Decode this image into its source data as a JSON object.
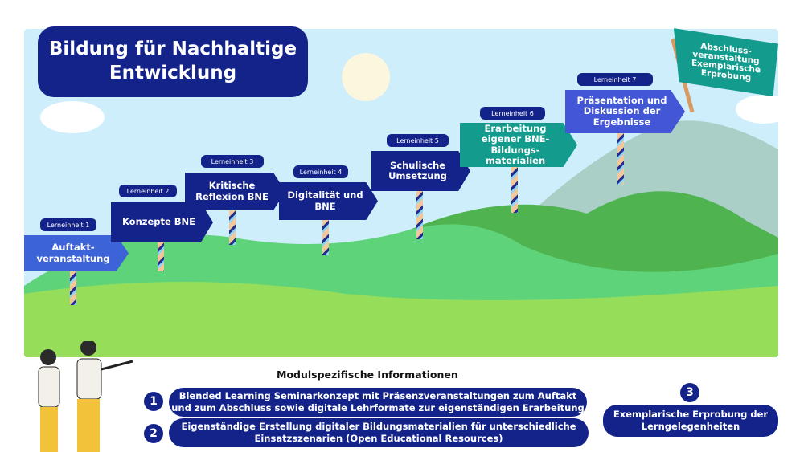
{
  "title": "Bildung für Nachhaltige Entwicklung",
  "flag": "Abschluss-veranstaltung Exemplarische Erprobung",
  "units": [
    {
      "label": "Lerneinheit 1",
      "sign": "Auftakt-veranstaltung"
    },
    {
      "label": "Lerneinheit 2",
      "sign": "Konzepte BNE"
    },
    {
      "label": "Lerneinheit 3",
      "sign": "Kritische Reflexion BNE"
    },
    {
      "label": "Lerneinheit 4",
      "sign": "Digitalität und BNE"
    },
    {
      "label": "Lerneinheit 5",
      "sign": "Schulische Umsetzung"
    },
    {
      "label": "Lerneinheit 6",
      "sign": "Erarbeitung eigener BNE-Bildungs-materialien"
    },
    {
      "label": "Lerneinheit 7",
      "sign": "Präsentation und Diskussion der Ergebnisse"
    }
  ],
  "info": {
    "heading": "Modulspezifische Informationen",
    "items": [
      {
        "num": "1",
        "text": "Blended Learning Seminarkonzept mit Präsenzveranstaltungen zum Auftakt und zum Abschluss sowie digitale Lehrformate zur eigenständigen Erarbeitung"
      },
      {
        "num": "2",
        "text": "Eigenständige Erstellung digitaler Bildungsmaterialien für unterschiedliche Einsatzszenarien (Open Educational Resources)"
      },
      {
        "num": "3",
        "text": "Exemplarische Erprobung der Lerngelegenheiten"
      }
    ]
  },
  "colors": {
    "navy": "#14238a",
    "teal": "#139b8d",
    "violet": "#4256d6",
    "sky": "#cfeefb"
  }
}
